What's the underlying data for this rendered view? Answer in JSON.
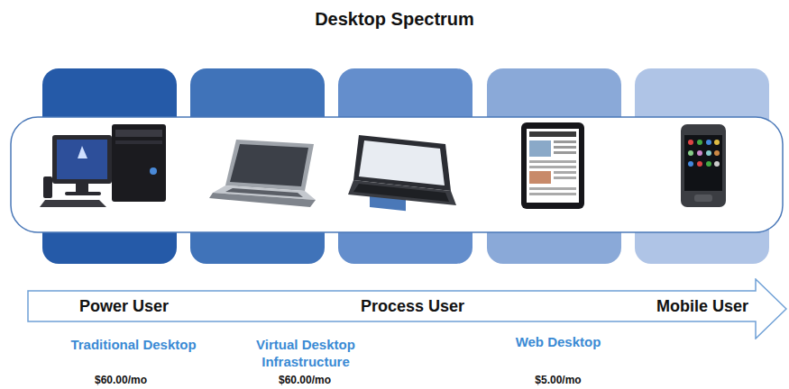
{
  "diagram": {
    "title": "Desktop Spectrum",
    "nodes": [
      {
        "text": [
          "Power User",
          "Process User",
          "Mobile User"
        ]
      }
    ],
    "labels": [
      "Traditional Desktop",
      "$60.00/mo",
      "Virtual Desktop Infrastructure",
      "$60.00/mo",
      "Web Desktop",
      "$5.00/mo"
    ]
  }
}
